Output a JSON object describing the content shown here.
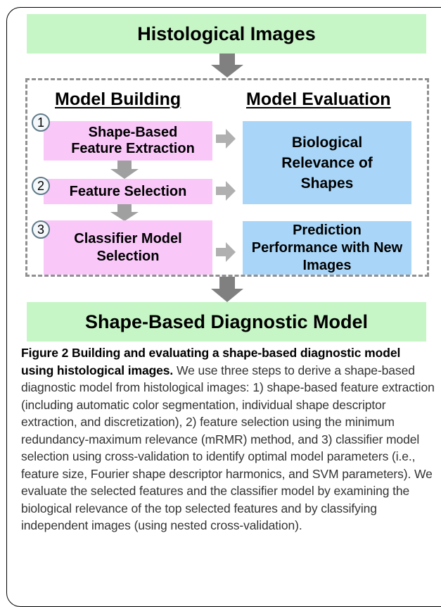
{
  "figure": {
    "top_box": "Histological Images",
    "bottom_box": "Shape-Based Diagnostic Model",
    "model_building_heading": "Model Building",
    "model_evaluation_heading": "Model Evaluation",
    "steps": [
      {
        "number": "1",
        "label": "Shape-Based Feature Extraction"
      },
      {
        "number": "2",
        "label": "Feature Selection"
      },
      {
        "number": "3",
        "label": "Classifier Model Selection"
      }
    ],
    "evaluations": [
      {
        "label": "Biological Relevance of Shapes"
      },
      {
        "label": "Prediction Performance with New Images"
      }
    ],
    "colors": {
      "green": "#c6f5c6",
      "pink": "#f9c8f9",
      "blue": "#a9d6f8",
      "arrow": "#808080",
      "dashed": "#909090"
    }
  },
  "caption": {
    "title": "Figure 2 Building and evaluating a shape-based diagnostic model using histological images.",
    "body": "We use three steps to derive a shape-based diagnostic model from histological images: 1) shape-based feature extraction (including automatic color segmentation, individual shape descriptor extraction, and discretization), 2) feature selection using the minimum redundancy-maximum relevance (mRMR) method, and 3) classifier model selection using cross-validation to identify optimal model parameters (i.e., feature size, Fourier shape descriptor harmonics, and SVM parameters). We evaluate the selected features and the classifier model by examining the biological relevance of the top selected features and by classifying independent images (using nested cross-validation)."
  }
}
